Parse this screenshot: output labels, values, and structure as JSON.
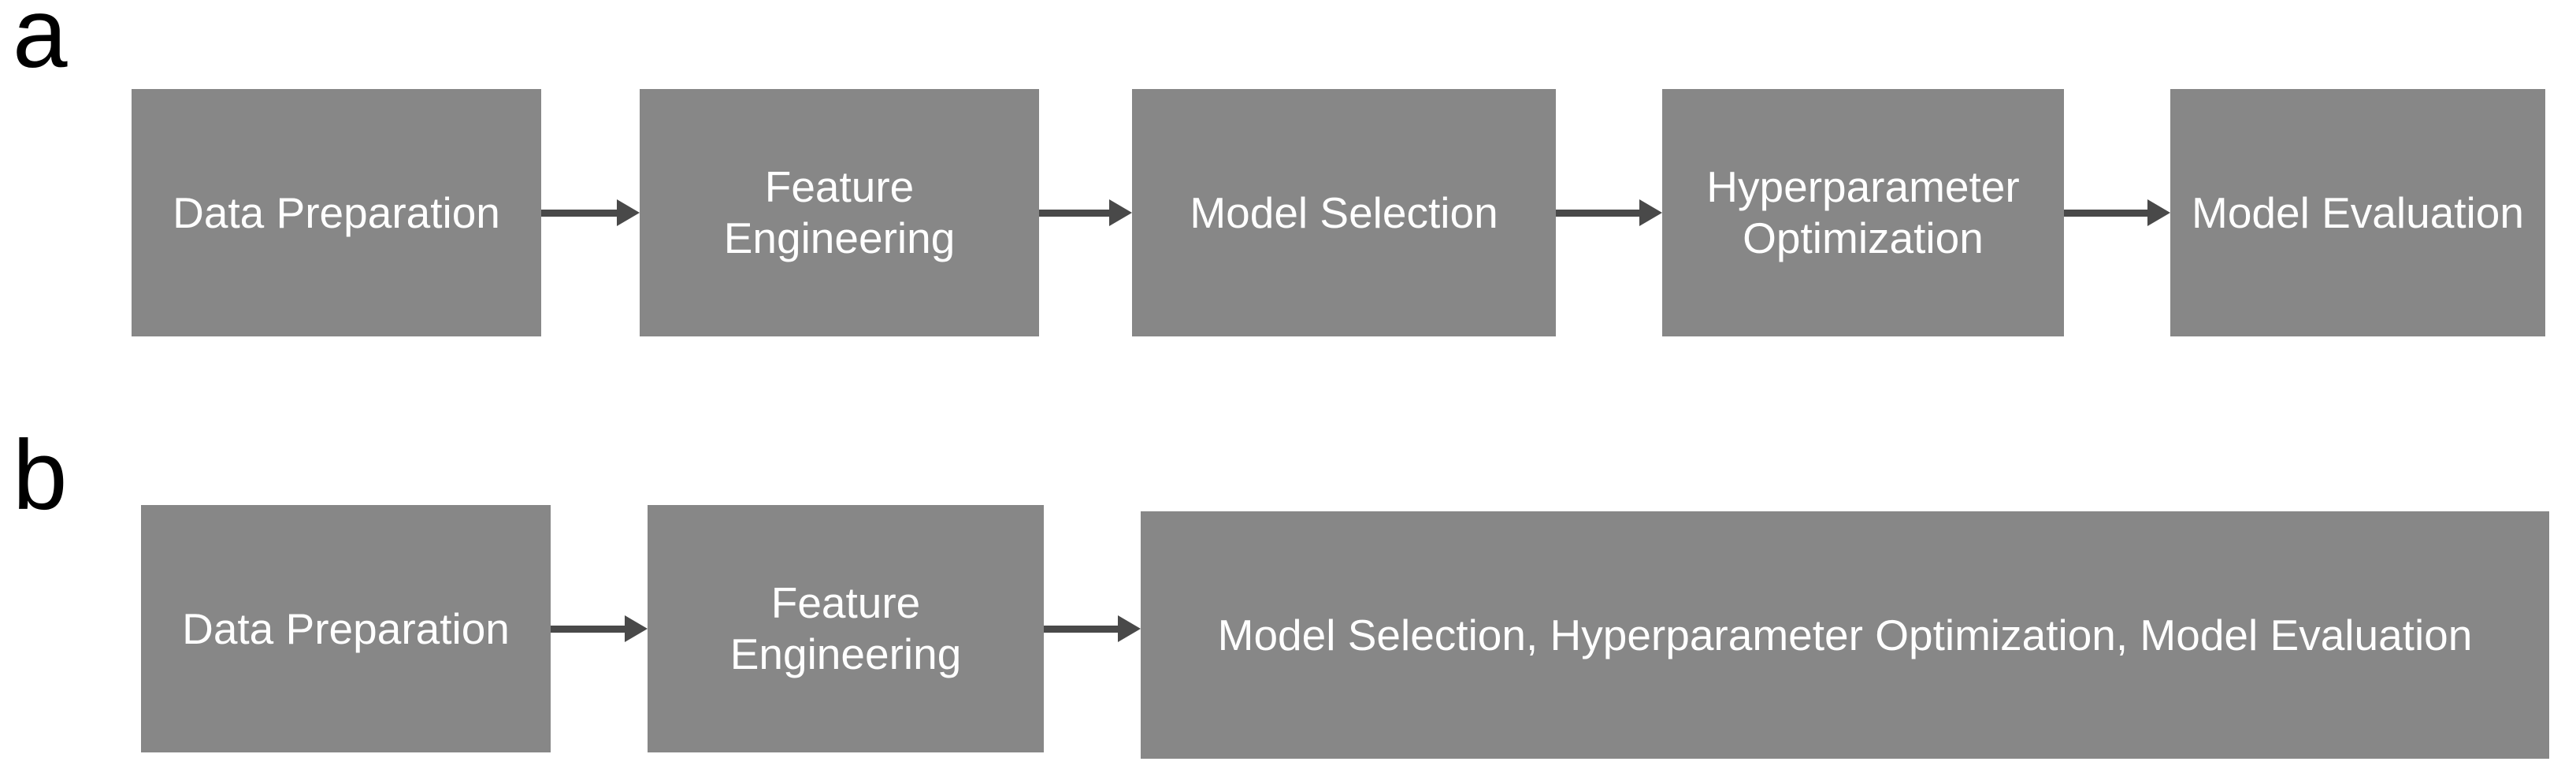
{
  "figure": {
    "panels": [
      {
        "label": "a",
        "boxes": [
          "Data Preparation",
          "Feature Engineering",
          "Model Selection",
          "Hyperparameter Optimization",
          "Model Evaluation"
        ]
      },
      {
        "label": "b",
        "boxes": [
          "Data Preparation",
          "Feature Engineering",
          "Model Selection, Hyperparameter Optimization, Model Evaluation"
        ]
      }
    ],
    "colors": {
      "box_fill": "#878787",
      "box_text": "#ffffff",
      "arrow": "#494949",
      "label": "#000000",
      "background": "#ffffff"
    }
  }
}
